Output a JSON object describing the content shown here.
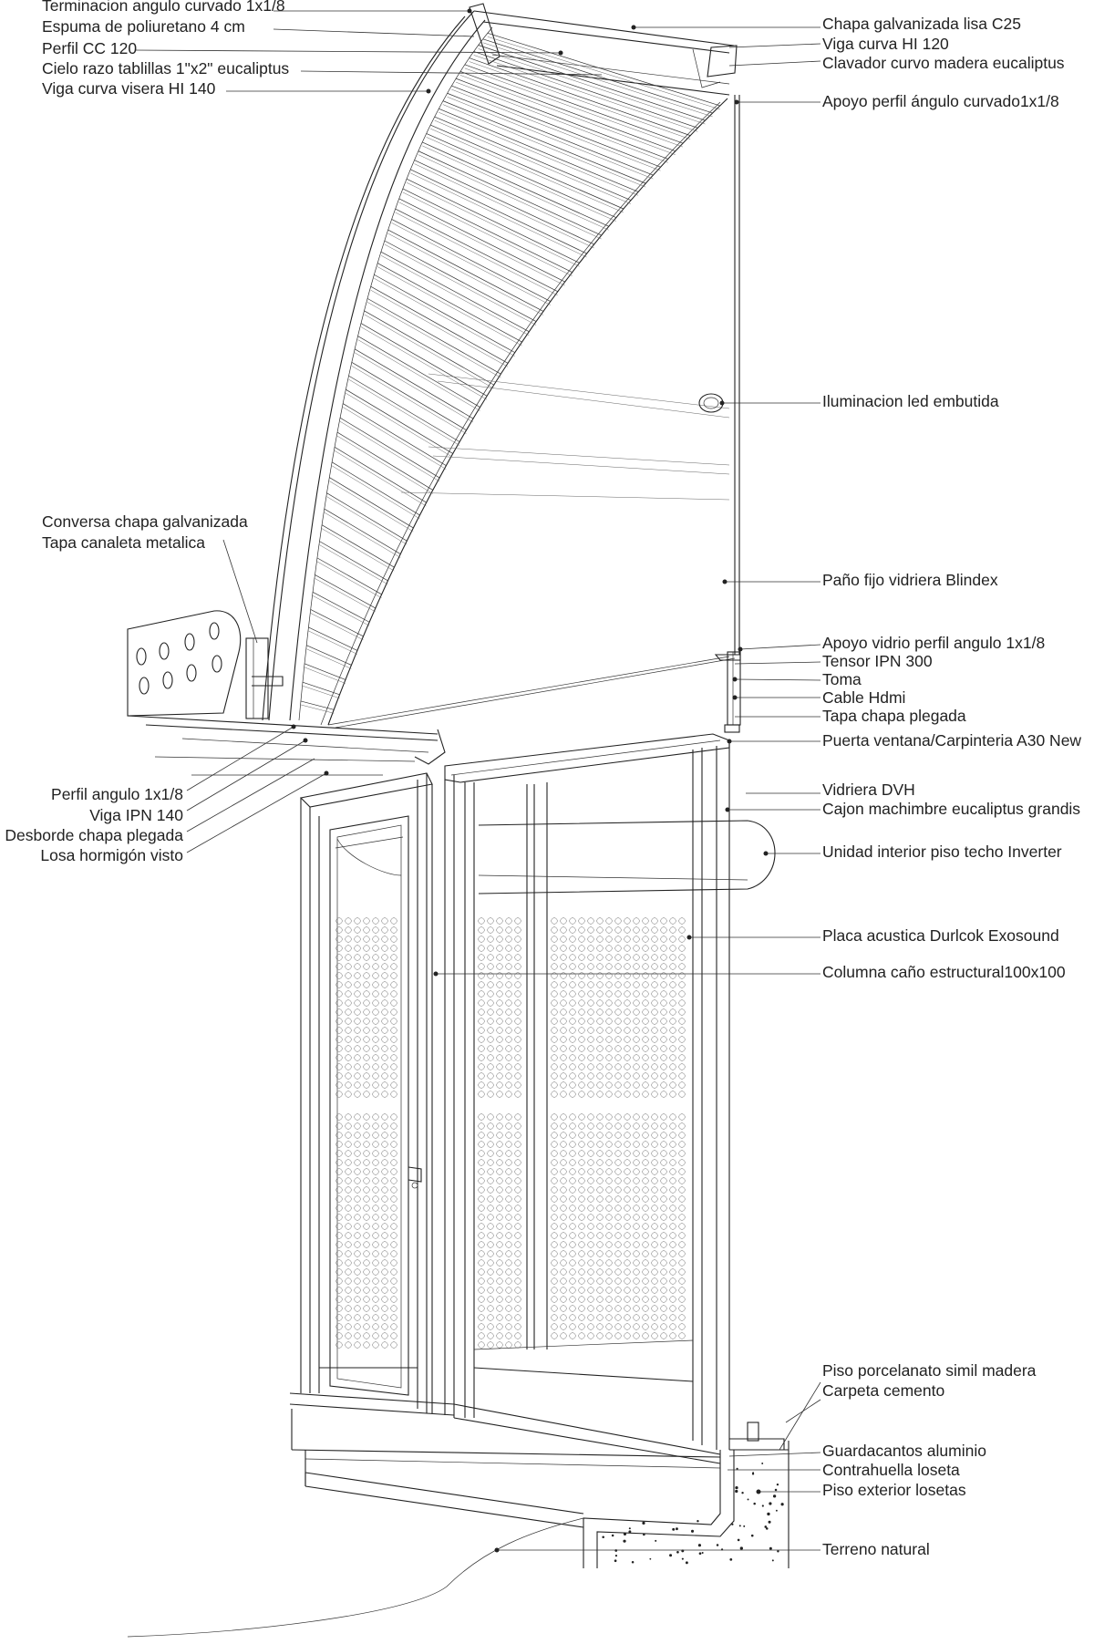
{
  "labels_left": [
    "Terminacion angulo curvado 1x1/8",
    "Espuma de poliuretano 4 cm",
    "Perfil CC 120",
    "Cielo razo tablillas 1\"x2\" eucaliptus",
    "Viga curva visera HI 140",
    "Conversa chapa galvanizada",
    "Tapa canaleta metalica",
    "Perfil angulo 1x1/8",
    "Viga IPN 140",
    "Desborde chapa plegada",
    "Losa hormigón visto"
  ],
  "labels_right": [
    "Chapa galvanizada lisa C25",
    "Viga curva HI 120",
    "Clavador curvo madera eucaliptus",
    "Apoyo perfil ángulo curvado1x1/8",
    "Iluminacion led embutida",
    "Paño fijo vidriera Blindex",
    "Apoyo vidrio perfil angulo 1x1/8",
    "Tensor  IPN 300",
    "Toma",
    "Cable Hdmi",
    "Tapa chapa plegada",
    "Puerta ventana/Carpinteria A30 New",
    "Vidriera DVH",
    "Cajon machimbre eucaliptus grandis",
    "Unidad interior piso techo Inverter",
    "Placa acustica Durlcok Exosound",
    "Columna caño estructural100x100",
    "Piso porcelanato simil madera",
    "Carpeta cemento",
    "Guardacantos aluminio",
    "Contrahuella loseta",
    "Piso exterior losetas",
    "Terreno natural"
  ]
}
